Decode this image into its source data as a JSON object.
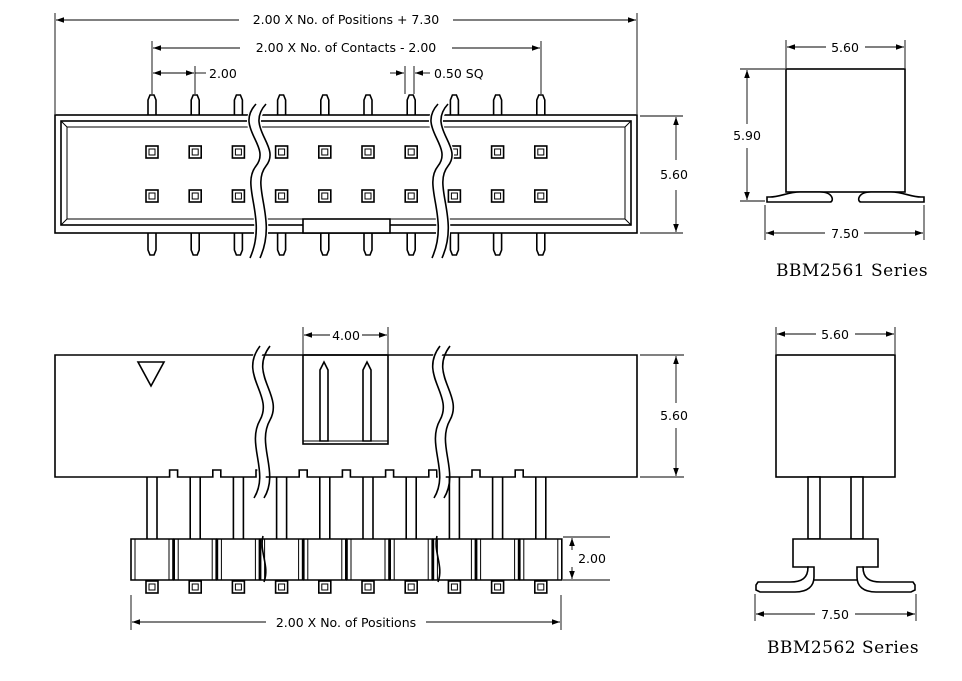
{
  "views": {
    "top_plan": {
      "dims": {
        "overall": "2.00 X No. of Positions + 7.30",
        "contacts": "2.00 X No. of Contacts - 2.00",
        "pitch": "2.00",
        "pin": "0.50 SQ",
        "height": "5.60"
      }
    },
    "top_side": {
      "dims": {
        "width": "5.60",
        "height": "5.90",
        "footprint": "7.50"
      },
      "series": "BBM2561 Series"
    },
    "bottom_front": {
      "dims": {
        "slot": "4.00",
        "height": "5.60",
        "foot": "2.00",
        "overall": "2.00 X No. of Positions"
      }
    },
    "bottom_side": {
      "dims": {
        "width": "5.60",
        "footprint": "7.50"
      },
      "series": "BBM2562 Series"
    }
  },
  "pin_columns": 10
}
